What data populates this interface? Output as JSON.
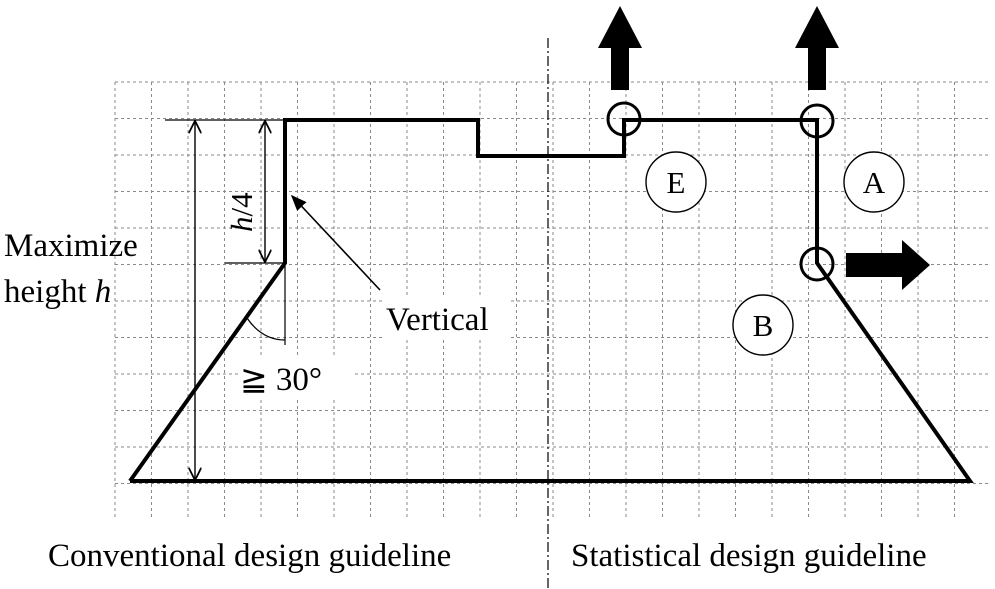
{
  "labels": {
    "maximize_line1": "Maximize",
    "maximize_line2": "height ",
    "maximize_var": "h",
    "h4_var": "h",
    "h4_rest": "/4",
    "vertical": "Vertical",
    "angle": "≧ 30°",
    "conventional": "Conventional design guideline",
    "statistical": "Statistical design guideline",
    "circle_E": "E",
    "circle_A": "A",
    "circle_B": "B"
  },
  "colors": {
    "stroke": "#000000",
    "grid": "#8a8a8a",
    "background": "#ffffff"
  }
}
